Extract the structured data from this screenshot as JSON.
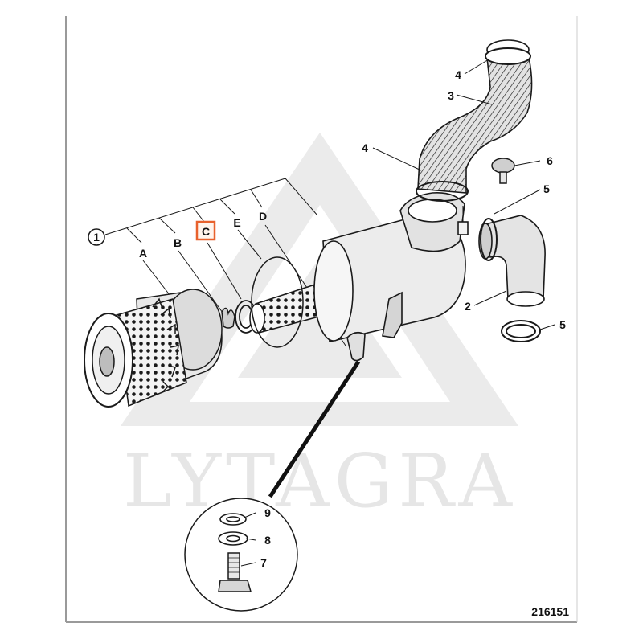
{
  "watermark": {
    "text": "LYTAGRA"
  },
  "drawing_number": "216151",
  "kit_number": "1",
  "kit_letters": [
    "A",
    "B",
    "C",
    "D",
    "E"
  ],
  "highlighted_letter": "C",
  "colors": {
    "highlight": "#e8612c",
    "line": "#1a1a1a",
    "shade": "#d8d8d8",
    "watermark": "#e6e6e6"
  },
  "callouts": {
    "top_clamp": "4",
    "hose": "3",
    "hose_clamp": "4",
    "sensor": "6",
    "elbow_clamp": "5",
    "elbow": "2",
    "ring_clamp": "5",
    "washer_top": "9",
    "washer_mid": "8",
    "bolt": "7"
  }
}
